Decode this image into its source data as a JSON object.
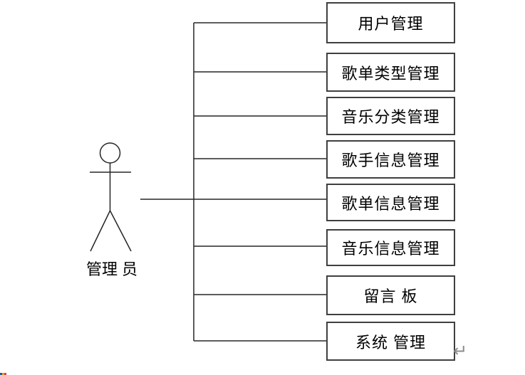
{
  "diagram": {
    "actor": {
      "label": "管理 员"
    },
    "use_cases": [
      {
        "label": "用户管理"
      },
      {
        "label": "歌单类型管理"
      },
      {
        "label": "音乐分类管理"
      },
      {
        "label": "歌手信息管理"
      },
      {
        "label": "歌单信息管理"
      },
      {
        "label": "音乐信息管理"
      },
      {
        "label": "留言 板"
      },
      {
        "label": "系统 管理"
      }
    ],
    "return_mark": "↵"
  },
  "colors": {
    "line": "#262626",
    "box_border": "#3f3f3f",
    "text": "#000000",
    "return_mark": "#8c8c8c",
    "background": "#ffffff"
  }
}
